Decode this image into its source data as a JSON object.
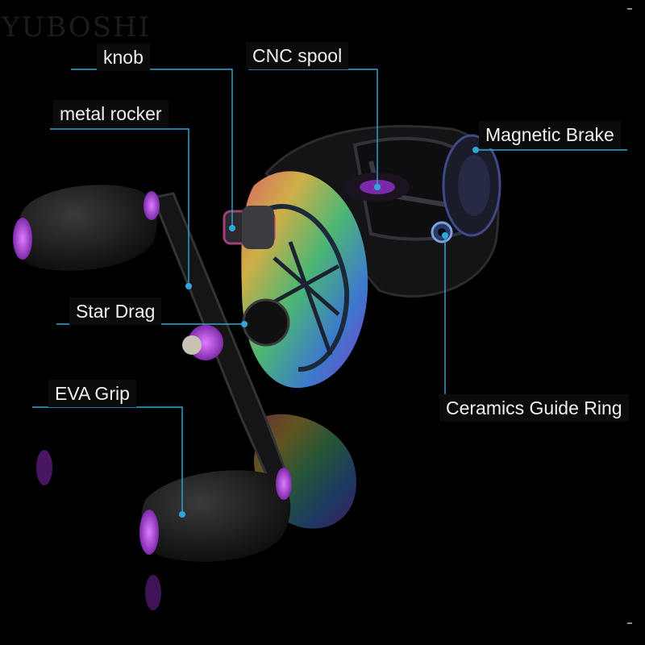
{
  "watermark": "YUBOSHI",
  "labels": {
    "knob": "knob",
    "cnc_spool": "CNC spool",
    "metal_rocker": "metal rocker",
    "magnetic_brake": "Magnetic Brake",
    "star_drag": "Star Drag",
    "eva_grip": "EVA Grip",
    "ceramics_guide_ring": "Ceramics Guide Ring"
  },
  "colors": {
    "background": "#000000",
    "callout_line": "#2fa8d8",
    "accent_purple": "#9b2fd6",
    "grip_black": "#1a1a1a"
  }
}
